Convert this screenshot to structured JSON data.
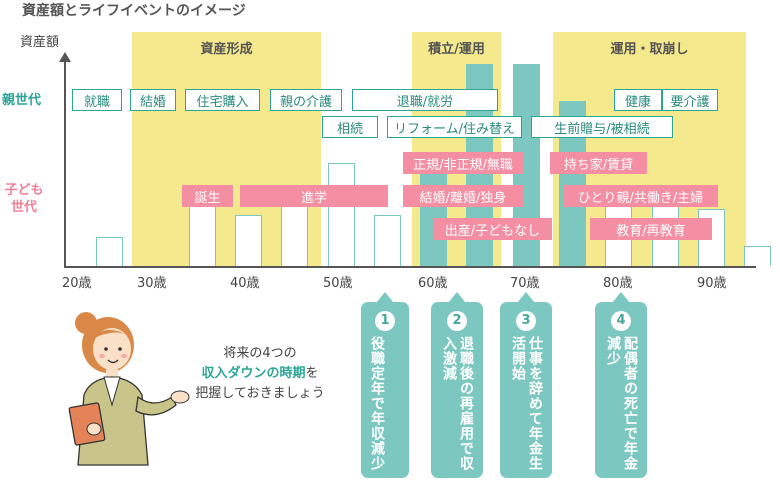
{
  "title": "資産額とライフイベントのイメージ",
  "y_axis_label": "資産額",
  "phases": [
    "資産形成",
    "積立/運用",
    "運用・取崩し"
  ],
  "generations": {
    "parent": "親世代",
    "child": "子ども\n世代"
  },
  "x_ticks": [
    "20歳",
    "30歳",
    "40歳",
    "50歳",
    "60歳",
    "70歳",
    "80歳",
    "90歳"
  ],
  "parent_events": [
    "就職",
    "結婚",
    "住宅購入",
    "親の介護",
    "退職/就労",
    "相続",
    "リフォーム/住み替え",
    "生前贈与/被相続",
    "健康",
    "要介護"
  ],
  "child_events": [
    "誕生",
    "進学",
    "正規/非正規/無職",
    "結婚/離婚/独身",
    "出産/子どもなし",
    "持ち家/賃貸",
    "ひとり親/共働き/主婦",
    "教育/再教育"
  ],
  "callouts": [
    {
      "num": "1",
      "text": "役職定年で年収減少"
    },
    {
      "num": "2",
      "text": "退職後の再雇用で収入激減"
    },
    {
      "num": "3",
      "text": "仕事を辞めて年金生活開始"
    },
    {
      "num": "4",
      "text": "配偶者の死亡で年金減少"
    }
  ],
  "note": {
    "line1": "将来の4つの",
    "highlight": "収入ダウンの時期",
    "suffix": "を",
    "line3": "把握しておきましょう"
  },
  "colors": {
    "phase_bg": "#f4e98c",
    "teal": "#7cc8c0",
    "teal_dark": "#2aa596",
    "pink": "#f48fa3"
  },
  "chart_data": {
    "type": "bar",
    "categories": [
      "20歳",
      "",
      "30歳",
      "",
      "40歳",
      "",
      "50歳",
      "",
      "60歳",
      "",
      "70歳",
      "",
      "80歳",
      "",
      "90歳"
    ],
    "values": [
      1.3,
      0,
      3.1,
      2.3,
      2.8,
      4.7,
      2.3,
      5.0,
      9.2,
      9.2,
      7.5,
      3.7,
      2.8,
      2.6,
      0.9
    ],
    "filled": [
      false,
      false,
      false,
      false,
      false,
      false,
      false,
      true,
      true,
      true,
      true,
      false,
      false,
      false,
      false
    ]
  }
}
